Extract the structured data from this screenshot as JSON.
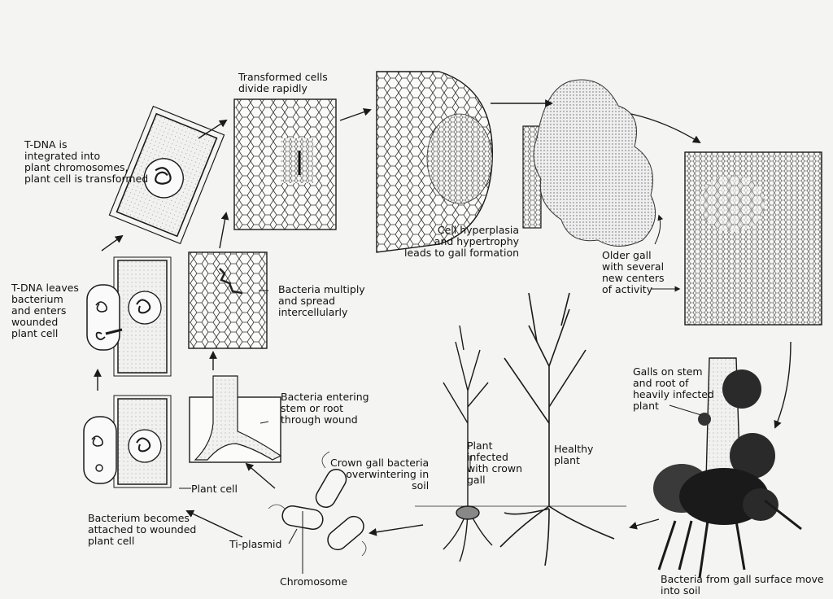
{
  "labels": {
    "tdna_integrated": "T-DNA is\nintegrated into\nplant chromosomes,\nplant cell is transformed",
    "transformed_divide": "Transformed cells\ndivide rapidly",
    "hyperplasia": "Cell hyperplasia\nand hypertrophy\nleads to gall formation",
    "older_gall": "Older gall\nwith several\nnew centers\nof activity",
    "tdna_leaves": "T-DNA leaves\nbacterium\nand enters\nwounded\nplant cell",
    "bacteria_multiply": "Bacteria multiply\nand spread\nintercellularly",
    "galls_on_stem": "Galls on stem\nand root of\nheavily infected\nplant",
    "bacteria_entering": "Bacteria entering\nstem or root\nthrough wound",
    "plant_infected": "Plant\ninfected\nwith crown\ngall",
    "healthy_plant": "Healthy\nplant",
    "crown_gall_bacteria": "Crown gall bacteria\noverwintering in\nsoil",
    "plant_cell": "Plant cell",
    "bacterium_attached": "Bacterium becomes\nattached to wounded\nplant cell",
    "ti_plasmid": "Ti-plasmid",
    "chromosome": "Chromosome",
    "bacteria_from_gall": "Bacteria from gall surface move\ninto soil"
  },
  "colors": {
    "ink": "#1a1a1a",
    "paper": "#f4f4f2",
    "gall": "#2a2a2a"
  }
}
